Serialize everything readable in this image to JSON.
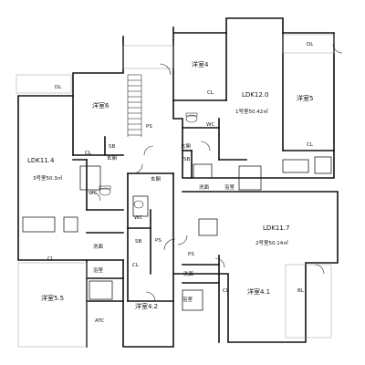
{
  "rooms": {
    "r_w4": "洋室4",
    "r_ldk120": "LDK12.0",
    "r_u1": "1号室50.42㎡",
    "r_w5": "洋室5",
    "r_dl_tr": "DL",
    "r_dl_tl": "DL",
    "r_w6": "洋室6",
    "r_ldk114": "LDK11.4",
    "r_u3": "3号室50.3㎡",
    "r_ldk117": "LDK11.7",
    "r_u2": "2号室50.14㎡",
    "r_w55": "洋室5.5",
    "r_w42": "洋室4.2",
    "r_w41": "洋室4.1",
    "r_bl_br": "BL",
    "r_atc": "ATC"
  },
  "labels": {
    "wc_top": "WC",
    "wc_left": "WC",
    "wc_mid": "WC",
    "genkan_a": "玄関",
    "genkan_b": "玄関",
    "genkan_c": "玄関",
    "sennmen_a": "洗面",
    "sennmen_b": "洗面",
    "sennmen_c": "洗面",
    "yokushitsu_a": "浴室",
    "yokushitsu_b": "浴室",
    "yokushitsu_c": "浴室",
    "cl_a": "CL",
    "cl_b": "CL",
    "cl_c": "CL",
    "cl_d": "CL",
    "cl_e": "CL",
    "cl_f": "CL",
    "sb_a": "SB",
    "sb_b": "SB",
    "sb_c": "SB",
    "ps_a": "PS",
    "ps_b": "PS",
    "ps_c": "PS"
  }
}
